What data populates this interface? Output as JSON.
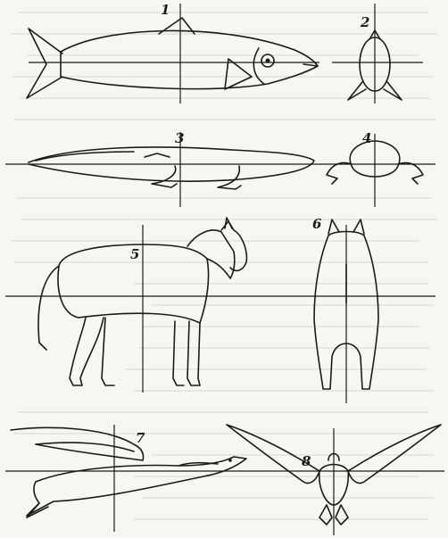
{
  "figure": {
    "labels": [
      "1",
      "2",
      "3",
      "4",
      "5",
      "6",
      "7",
      "8"
    ],
    "subjects": [
      {
        "label": "1",
        "icon": "fish-side-view"
      },
      {
        "label": "2",
        "icon": "fish-front-view"
      },
      {
        "label": "3",
        "icon": "salamander-side-view"
      },
      {
        "label": "4",
        "icon": "salamander-front-view"
      },
      {
        "label": "5",
        "icon": "horse-side-view"
      },
      {
        "label": "6",
        "icon": "horse-rear-view"
      },
      {
        "label": "7",
        "icon": "bird-side-view"
      },
      {
        "label": "8",
        "icon": "bird-front-view"
      }
    ],
    "colors": {
      "ink": "#1a1a1a",
      "paper": "#f7f6f2",
      "bleed_text": "#b9b6ae"
    }
  }
}
